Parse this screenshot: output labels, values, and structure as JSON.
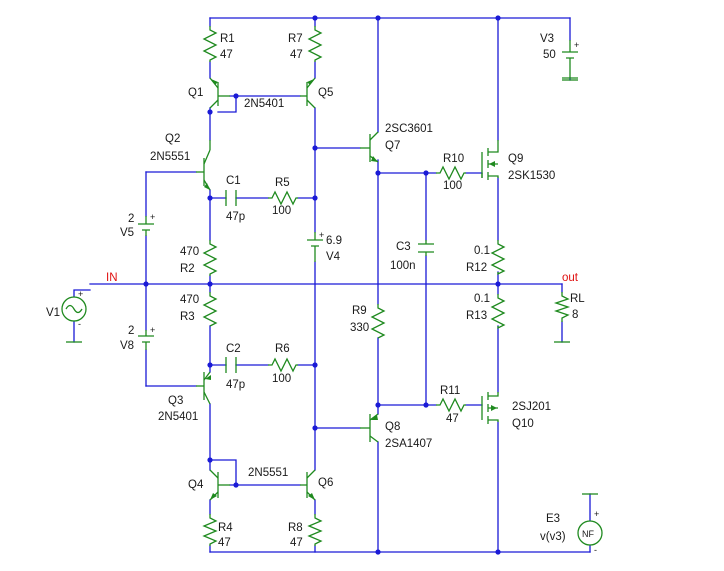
{
  "nets": {
    "in": "IN",
    "out": "out"
  },
  "components": {
    "R1": {
      "ref": "R1",
      "value": "47"
    },
    "R7": {
      "ref": "R7",
      "value": "47"
    },
    "V3": {
      "ref": "V3",
      "value": "50"
    },
    "Q1": {
      "ref": "Q1"
    },
    "Q1Q5_part": "2N5401",
    "Q5": {
      "ref": "Q5"
    },
    "Q2": {
      "ref": "Q2",
      "part": "2N5551"
    },
    "Q7": {
      "ref": "Q7",
      "part": "2SC3601"
    },
    "Q9": {
      "ref": "Q9",
      "part": "2SK1530"
    },
    "R10": {
      "ref": "R10",
      "value": "100"
    },
    "C1": {
      "ref": "C1",
      "value": "47p"
    },
    "R5": {
      "ref": "R5",
      "value": "100"
    },
    "V5": {
      "ref": "V5",
      "value": "2"
    },
    "V4": {
      "ref": "V4",
      "value": "6.9"
    },
    "C3": {
      "ref": "C3",
      "value": "100n"
    },
    "R2": {
      "ref": "R2",
      "value": "470"
    },
    "R12": {
      "ref": "R12",
      "value": "0.1"
    },
    "R3": {
      "ref": "R3",
      "value": "470"
    },
    "R13": {
      "ref": "R13",
      "value": "0.1"
    },
    "RL": {
      "ref": "RL",
      "value": "8"
    },
    "V1": {
      "ref": "V1"
    },
    "V8": {
      "ref": "V8",
      "value": "2"
    },
    "R9": {
      "ref": "R9",
      "value": "330"
    },
    "C2": {
      "ref": "C2",
      "value": "47p"
    },
    "R6": {
      "ref": "R6",
      "value": "100"
    },
    "Q3": {
      "ref": "Q3",
      "part": "2N5401"
    },
    "R11": {
      "ref": "R11",
      "value": "47"
    },
    "Q10": {
      "ref": "Q10",
      "part": "2SJ201"
    },
    "Q8": {
      "ref": "Q8",
      "part": "2SA1407"
    },
    "Q4": {
      "ref": "Q4"
    },
    "Q4Q6_part": "2N5551",
    "Q6": {
      "ref": "Q6"
    },
    "R4": {
      "ref": "R4",
      "value": "47"
    },
    "R8": {
      "ref": "R8",
      "value": "47"
    },
    "E3": {
      "ref": "E3",
      "expr": "v(v3)",
      "symbol": "NF"
    }
  },
  "colors": {
    "wire": "#1a1ad6",
    "component": "#1f8a1f",
    "net_label": "#e01010",
    "text": "#1a1a1a"
  }
}
